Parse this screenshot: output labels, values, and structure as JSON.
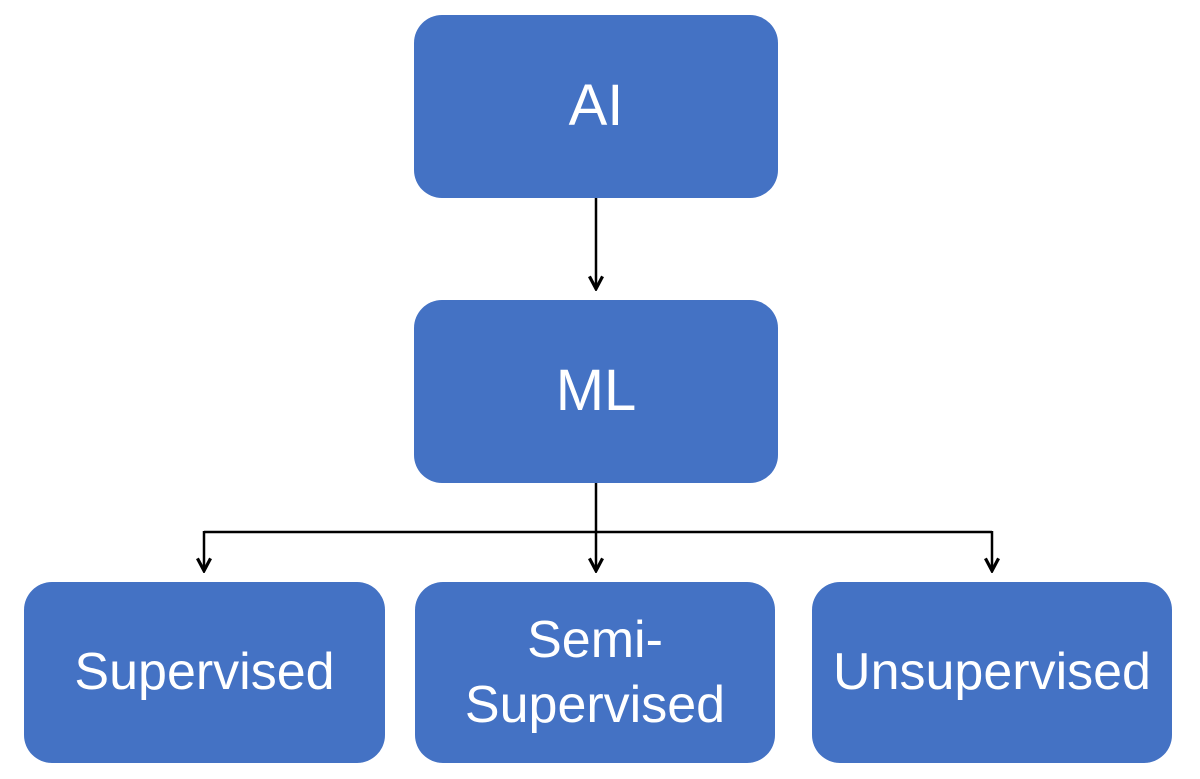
{
  "diagram": {
    "type": "hierarchy-flowchart",
    "colors": {
      "background": "#ffffff",
      "node_fill": "#4472c4",
      "node_text": "#ffffff",
      "connector": "#000000"
    },
    "nodes": [
      {
        "id": "ai",
        "label": "AI"
      },
      {
        "id": "ml",
        "label": "ML"
      },
      {
        "id": "supervised",
        "label": "Supervised"
      },
      {
        "id": "semi-supervised",
        "label": "Semi-Supervised"
      },
      {
        "id": "unsupervised",
        "label": "Unsupervised"
      }
    ],
    "edges": [
      {
        "from": "ai",
        "to": "ml"
      },
      {
        "from": "ml",
        "to": "supervised"
      },
      {
        "from": "ml",
        "to": "semi-supervised"
      },
      {
        "from": "ml",
        "to": "unsupervised"
      }
    ]
  }
}
